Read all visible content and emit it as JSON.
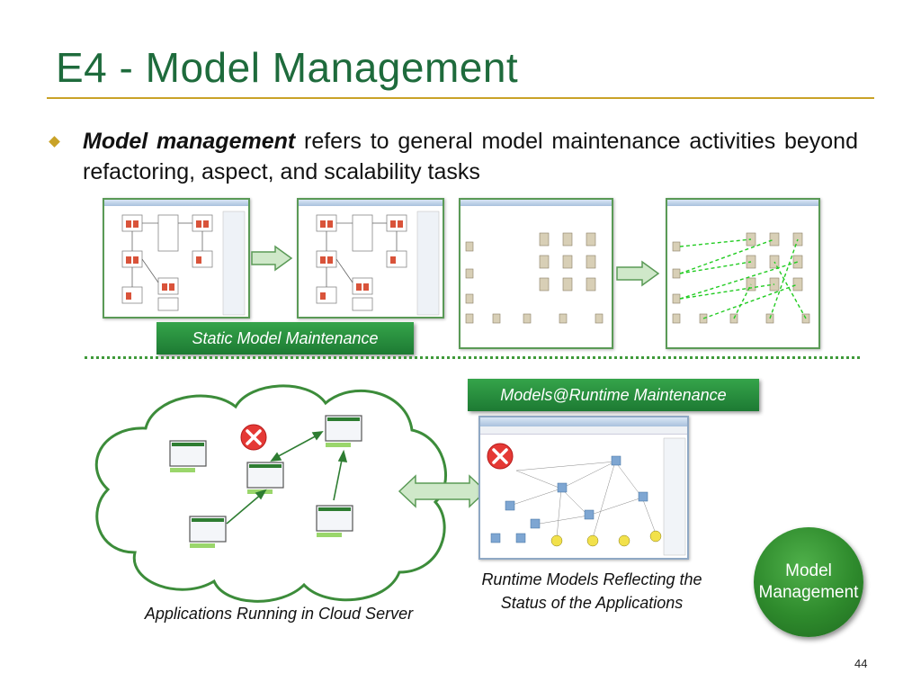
{
  "slide": {
    "title": "E4 - Model Management",
    "bullet": {
      "bold_text": "Model management",
      "rest_text": " refers to general model maintenance activities beyond refactoring, aspect, and scalability tasks"
    },
    "static_label": "Static Model Maintenance",
    "runtime_label": "Models@Runtime Maintenance",
    "cloud_caption": "Applications Running in Cloud Server",
    "runtime_caption_line1": "Runtime Models Reflecting the",
    "runtime_caption_line2": "Status of the Applications",
    "model_circle_line1": "Model",
    "model_circle_line2": "Management",
    "page_number": "44"
  },
  "colors": {
    "title": "#1e6b3c",
    "rule": "#c9a227",
    "label_green": "#2e8a2c",
    "error_red": "#e53935"
  }
}
